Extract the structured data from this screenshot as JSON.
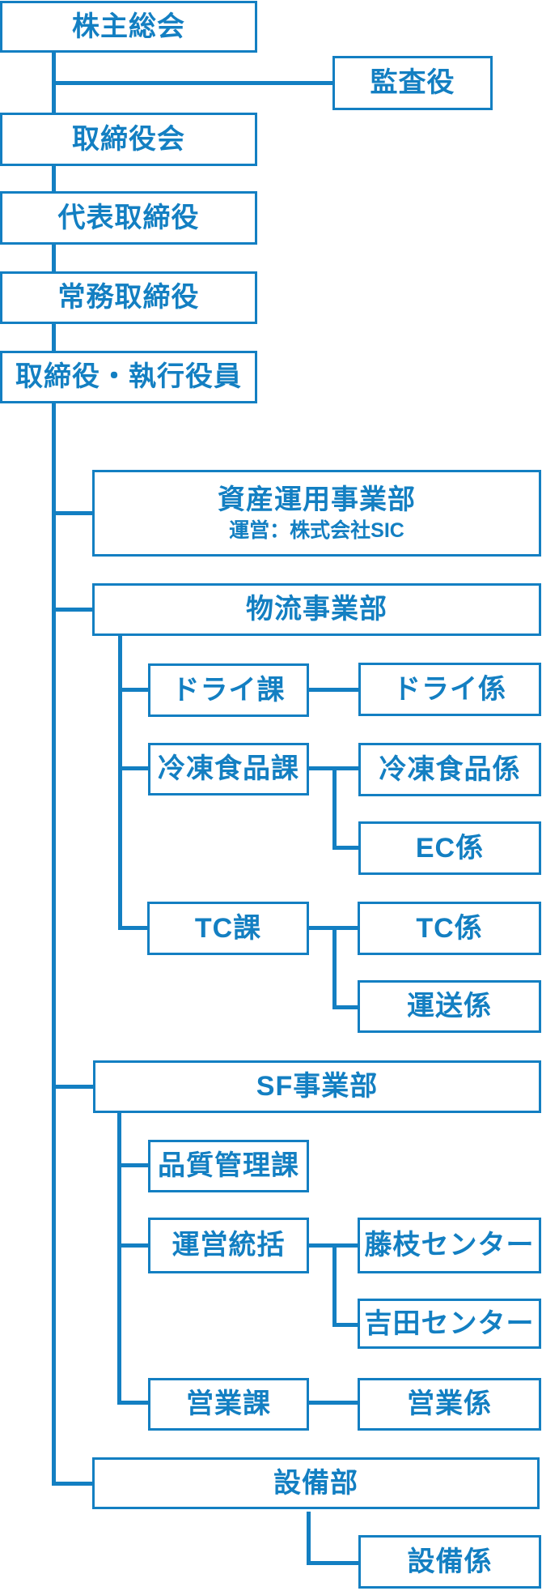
{
  "colors": {
    "accent": "#137FC2",
    "background": "#FFFFFF"
  },
  "nodes": {
    "shareholders_meeting": "株主総会",
    "auditor": "監査役",
    "board_of_directors": "取締役会",
    "representative_director": "代表取締役",
    "senior_managing_director": "常務取締役",
    "directors_executive_officers": "取締役・執行役員",
    "asset_management_division": "資産運用事業部",
    "asset_management_division_note": "運営：株式会社SIC",
    "logistics_division": "物流事業部",
    "dry_section": "ドライ課",
    "dry_unit": "ドライ係",
    "frozen_food_section": "冷凍食品課",
    "frozen_food_unit": "冷凍食品係",
    "ec_unit": "EC係",
    "tc_section": "TC課",
    "tc_unit": "TC係",
    "transport_unit": "運送係",
    "sf_division": "SF事業部",
    "quality_control_section": "品質管理課",
    "operations_management": "運営統括",
    "fujieda_center": "藤枝センター",
    "yoshida_center": "吉田センター",
    "sales_section": "営業課",
    "sales_unit": "営業係",
    "facilities_department": "設備部",
    "facilities_unit": "設備係"
  },
  "hierarchy": [
    {
      "parent": "shareholders_meeting",
      "children": [
        "auditor",
        "board_of_directors"
      ]
    },
    {
      "parent": "board_of_directors",
      "children": [
        "representative_director"
      ]
    },
    {
      "parent": "representative_director",
      "children": [
        "senior_managing_director"
      ]
    },
    {
      "parent": "senior_managing_director",
      "children": [
        "directors_executive_officers"
      ]
    },
    {
      "parent": "directors_executive_officers",
      "children": [
        "asset_management_division",
        "logistics_division",
        "sf_division",
        "facilities_department"
      ]
    },
    {
      "parent": "logistics_division",
      "children": [
        "dry_section",
        "frozen_food_section",
        "tc_section"
      ]
    },
    {
      "parent": "dry_section",
      "children": [
        "dry_unit"
      ]
    },
    {
      "parent": "frozen_food_section",
      "children": [
        "frozen_food_unit",
        "ec_unit"
      ]
    },
    {
      "parent": "tc_section",
      "children": [
        "tc_unit",
        "transport_unit"
      ]
    },
    {
      "parent": "sf_division",
      "children": [
        "quality_control_section",
        "operations_management",
        "sales_section"
      ]
    },
    {
      "parent": "operations_management",
      "children": [
        "fujieda_center",
        "yoshida_center"
      ]
    },
    {
      "parent": "sales_section",
      "children": [
        "sales_unit"
      ]
    },
    {
      "parent": "facilities_department",
      "children": [
        "facilities_unit"
      ]
    }
  ]
}
